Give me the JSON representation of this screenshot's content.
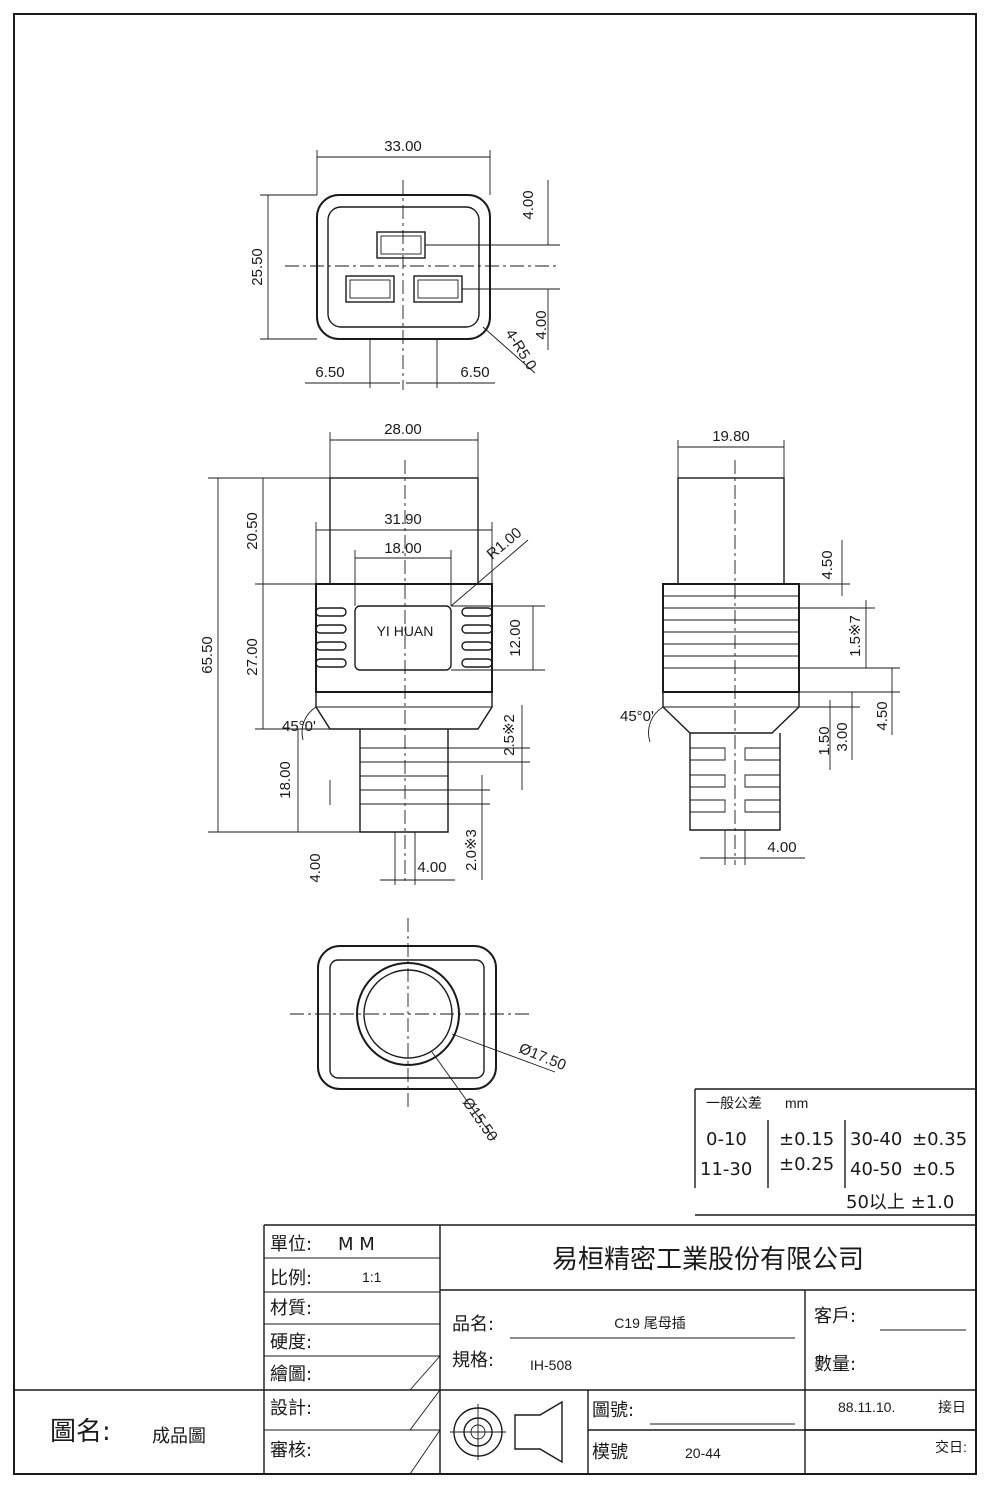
{
  "top_view": {
    "width": "33.00",
    "height": "25.50",
    "upper_offset": "4.00",
    "lower_offset": "4.00",
    "corner_radius": "4-R5.0",
    "left_spacing": "6.50",
    "right_spacing": "6.50"
  },
  "front_view": {
    "top_width": "28.00",
    "body_width": "31.90",
    "window_width": "18.00",
    "radius": "R1.00",
    "total_height": "65.50",
    "upper_height": "20.50",
    "middle_height": "27.00",
    "lower_height": "18.00",
    "window_height": "12.00",
    "chamfer": "45°0'",
    "rib_pitch_a": "2.5※2",
    "rib_pitch_b": "2.0※3",
    "tail_left": "4.00",
    "tail_right": "4.00",
    "brand_label": "YI HUAN"
  },
  "side_view": {
    "width": "19.80",
    "dim_a": "4.50",
    "dim_b": "1.5※7",
    "dim_c": "4.50",
    "dim_d": "1.50",
    "dim_e": "3.00",
    "chamfer": "45°0'",
    "tail": "4.00"
  },
  "bottom_view": {
    "outer_dia": "Ø17.50",
    "inner_dia": "Ø15.50"
  },
  "tolerance": {
    "title": "一般公差",
    "unit": "mm",
    "r1_range": "0-10",
    "r1_tol": "±0.15",
    "r2_range": "11-30",
    "r2_tol": "±0.25",
    "r3_range": "30-40",
    "r3_tol": "±0.35",
    "r4_range": "40-50",
    "r4_tol": "±0.5",
    "r5": "50以上  ±1.0"
  },
  "title_block": {
    "unit_label": "單位:",
    "unit_value": "M    M",
    "scale_label": "比例:",
    "scale_value": "1:1",
    "material_label": "材質:",
    "hardness_label": "硬度:",
    "drawn_label": "繪圖:",
    "design_label": "設計:",
    "review_label": "審核:",
    "company": "易桓精密工業股份有限公司",
    "product_label": "品名:",
    "product_value": "C19 尾母插",
    "spec_label": "規格:",
    "spec_value": "IH-508",
    "customer_label": "客戶:",
    "quantity_label": "數量:",
    "drawing_no_label": "圖號:",
    "mold_no_label": "模號",
    "mold_no_value": "20-44",
    "date_value": "88.11.10.",
    "received_label": "接日",
    "delivery_label": "交日:",
    "drawing_name_label": "圖名:",
    "drawing_name_value": "成品圖"
  }
}
